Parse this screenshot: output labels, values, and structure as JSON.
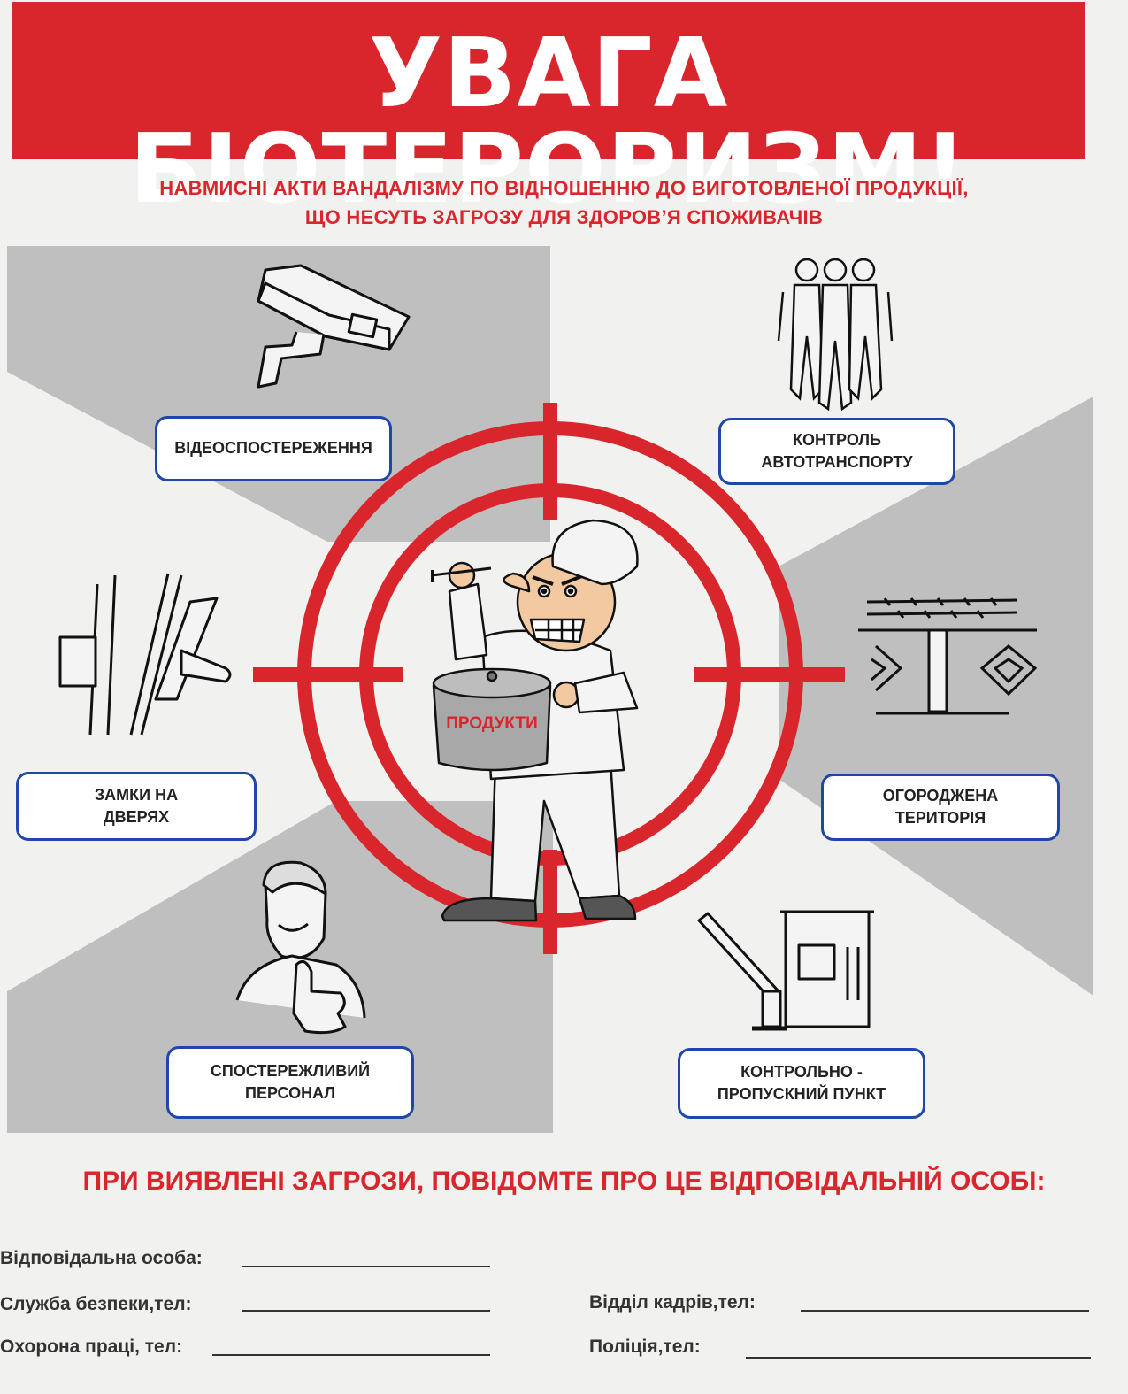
{
  "title": "УВАГА БІОТЕРОРИЗМ!",
  "subtitle": {
    "line1": "НАВМИСНІ АКТИ ВАНДАЛІЗМУ ПО ВІДНОШЕННЮ ДО ВИГОТОВЛЕНОЇ ПРОДУКЦІЇ,",
    "line2": "ЩО НЕСУТЬ ЗАГРОЗУ ДЛЯ ЗДОРОВ’Я СПОЖИВАЧІВ"
  },
  "labels": {
    "video": "ВІДЕОСПОСТЕРЕЖЕННЯ",
    "vehicle_line1": "КОНТРОЛЬ",
    "vehicle_line2": "АВТОТРАНСПОРТУ",
    "locks_line1": "ЗАМКИ НА",
    "locks_line2": "ДВЕРЯХ",
    "fence_line1": "ОГОРОДЖЕНА",
    "fence_line2": "ТЕРИТОРІЯ",
    "staff_line1": "СПОСТЕРЕЖЛИВИЙ",
    "staff_line2": "ПЕРСОНАЛ",
    "checkpoint_line1": "КОНТРОЛЬНО -",
    "checkpoint_line2": "ПРОПУСКНИЙ ПУНКТ"
  },
  "pot_label": "ПРОДУКТИ",
  "notice": "ПРИ ВИЯВЛЕНІ ЗАГРОЗИ, ПОВІДОМТЕ ПРО ЦЕ ВІДПОВІДАЛЬНІЙ ОСОБІ:",
  "fields": {
    "responsible": "Відповідальна особа:",
    "security": "Служба безпеки,тел:",
    "safety": "Охорона праці, тел:",
    "hr": "Відділ кадрів,тел:",
    "police": "Поліція,тел:"
  },
  "colors": {
    "red": "#d8262c",
    "blue": "#1f47a8",
    "grey": "#bdbdbd"
  }
}
